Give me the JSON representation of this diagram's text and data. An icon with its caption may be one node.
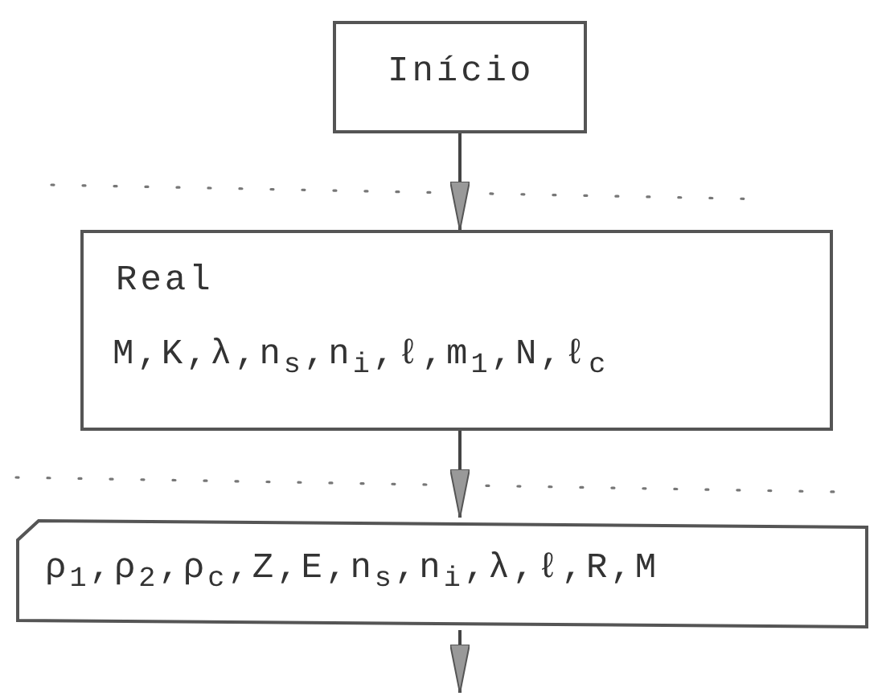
{
  "diagram": {
    "nodes": [
      {
        "text": [
          "Início"
        ]
      },
      {
        "text": [
          "Real",
          "M,K,λ,n$_{s}$,n$_{i}$,ℓ,m$_{1}$,N,ℓ$_{c}$"
        ]
      },
      {
        "text": [
          "ρ$_{1}$,ρ$_{2}$,ρ$_{c}$,Z,E,n$_{s}$,n$_{i}$,λ,ℓ,R,M"
        ]
      }
    ],
    "edges": [
      {
        "from": 0,
        "to": 1,
        "arrow": "to"
      },
      {
        "from": 1,
        "to": 2,
        "arrow": "to"
      },
      {
        "from": 2,
        "to": null,
        "arrow": "to"
      }
    ]
  }
}
